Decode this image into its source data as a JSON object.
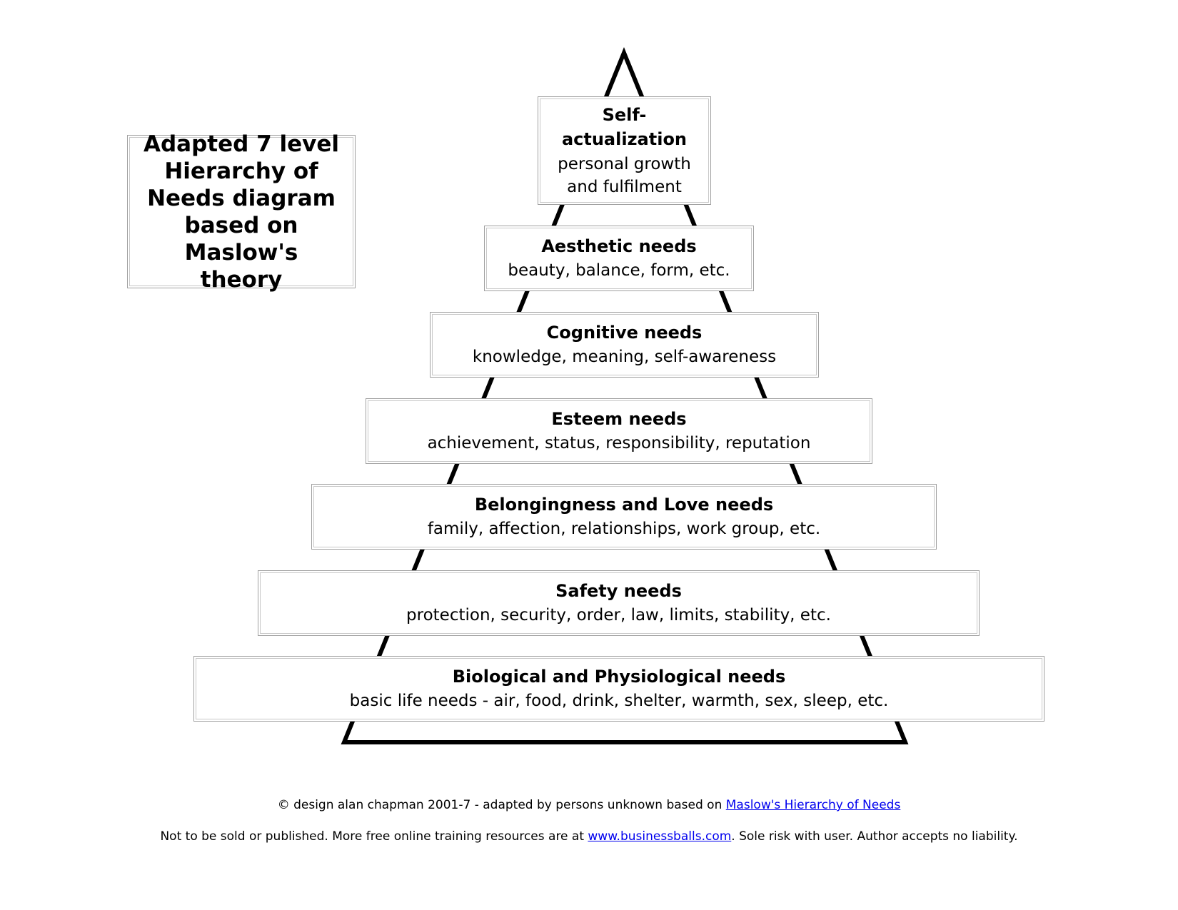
{
  "title": "Adapted 7 level Hierarchy of Needs diagram based on Maslow's theory",
  "levels": [
    {
      "title": "Self-actualization",
      "title_lines": [
        "Self-",
        "actualization"
      ],
      "desc": "personal growth and fulfilment",
      "desc_lines": [
        "personal growth",
        "and fulfilment"
      ]
    },
    {
      "title": "Aesthetic needs",
      "desc": "beauty, balance, form, etc."
    },
    {
      "title": "Cognitive needs",
      "desc": "knowledge, meaning, self-awareness"
    },
    {
      "title": "Esteem needs",
      "desc": "achievement, status, responsibility, reputation"
    },
    {
      "title": "Belongingness and Love needs",
      "desc": "family, affection, relationships, work group, etc."
    },
    {
      "title": "Safety needs",
      "desc": "protection, security, order, law, limits, stability, etc."
    },
    {
      "title": "Biological and Physiological needs",
      "desc": "basic life needs - air, food, drink, shelter, warmth, sex, sleep, etc."
    }
  ],
  "footer": {
    "line1_text": "© design alan chapman 2001-7 - adapted by persons unknown based on ",
    "line1_link": "Maslow's Hierarchy of Needs",
    "line2_text": "Not to be sold or published. More free online training resources are at ",
    "line2_link": "www.businessballs.com",
    "line2_suffix": ". Sole risk with user. Author accepts no liability."
  },
  "colors": {
    "link": "#0000ee",
    "outline": "#000000"
  }
}
